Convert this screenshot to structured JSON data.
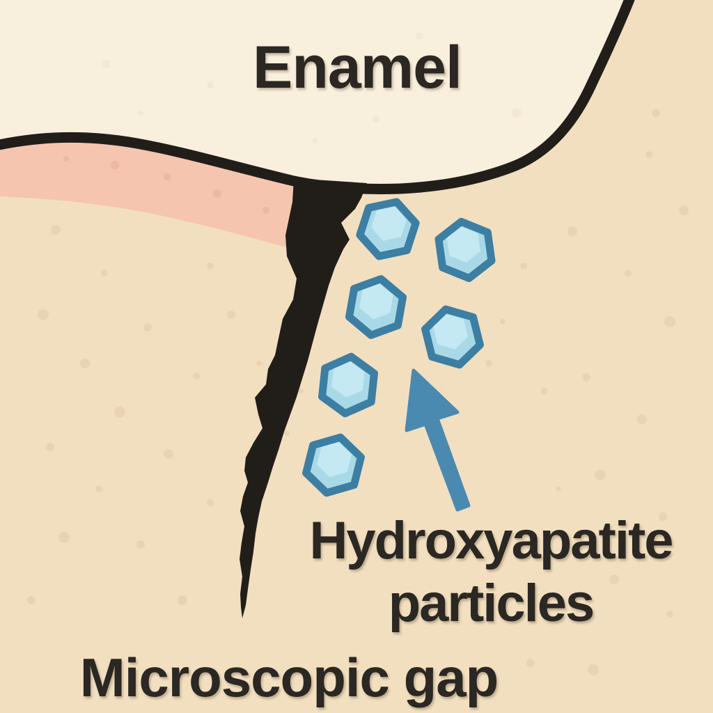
{
  "labels": {
    "enamel": "Enamel",
    "hydroxyapatite_line1": "Hydroxyapatite",
    "hydroxyapatite_line2": "particles",
    "microscopic_gap": "Microscopic gap"
  },
  "diagram": {
    "particle_count": 6,
    "colors": {
      "background": "#f2dfc0",
      "enamel_surface": "#f8efdd",
      "dentin_layer": "#f6c5af",
      "outline": "#211e1a",
      "text": "#2b2723",
      "particle_border": "#3d7ea3",
      "particle_fill": "#a9d9e7",
      "particle_highlight": "#c9ebf4",
      "arrow": "#4a8ab0"
    }
  }
}
